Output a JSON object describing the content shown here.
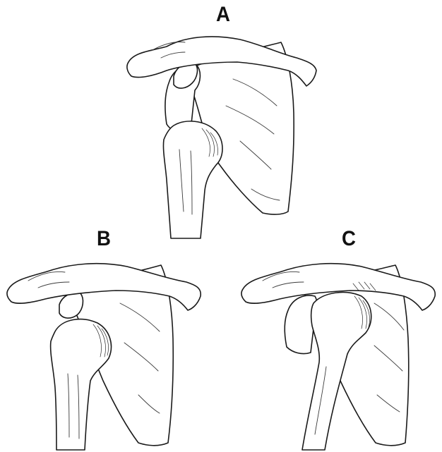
{
  "labels": {
    "a": "A",
    "b": "B",
    "c": "C"
  },
  "colors": {
    "line": "#1a1a1a",
    "background": "#ffffff"
  }
}
